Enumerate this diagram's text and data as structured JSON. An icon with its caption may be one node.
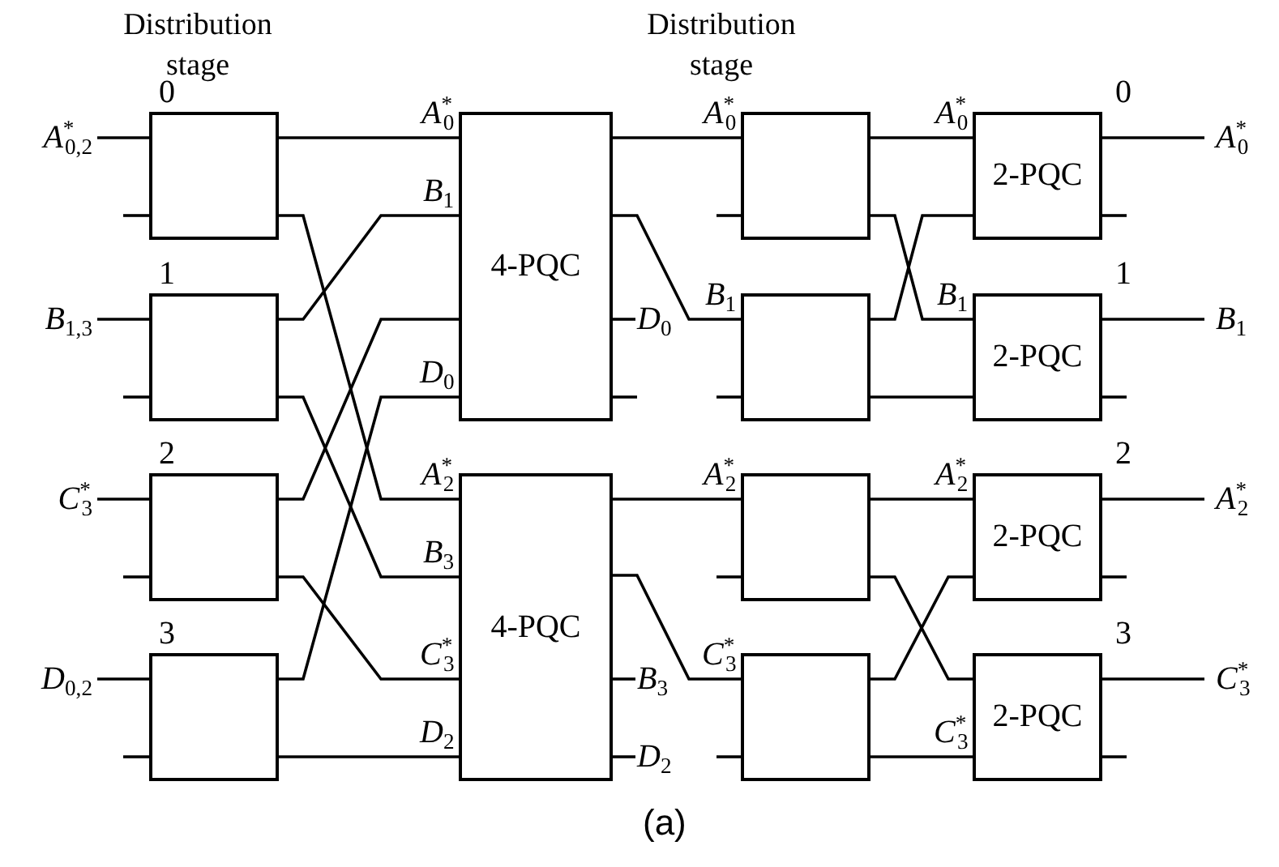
{
  "diagram": {
    "caption": "(a)",
    "nodes": [
      {
        "text": [
          "A$^{*}$$_{0,2}$"
        ]
      },
      {
        "text": [],
        "shape": "box"
      },
      {
        "text": [
          "B$_{1,3}$"
        ]
      },
      {
        "text": [],
        "shape": "box"
      },
      {
        "text": [
          "C$^{*}$$_{3}$"
        ]
      },
      {
        "text": [],
        "shape": "box"
      },
      {
        "text": [
          "D$_{0,2}$"
        ]
      },
      {
        "text": [],
        "shape": "box"
      },
      {
        "text": [
          "4-PQC"
        ]
      },
      {
        "text": [
          "4-PQC"
        ]
      },
      {
        "text": [],
        "shape": "box"
      },
      {
        "text": [],
        "shape": "box"
      },
      {
        "text": [],
        "shape": "box"
      },
      {
        "text": [],
        "shape": "box"
      },
      {
        "text": [
          "2-PQC"
        ]
      },
      {
        "text": [
          "2-PQC"
        ]
      },
      {
        "text": [
          "2-PQC"
        ]
      },
      {
        "text": [
          "2-PQC"
        ]
      },
      {
        "text": [
          "A$^{*}$$_{0}$"
        ]
      },
      {
        "text": [
          "B$_{1}$"
        ]
      },
      {
        "text": [
          "A$^{*}$$_{2}$"
        ]
      },
      {
        "text": [
          "C$^{*}$$_{3}$"
        ]
      }
    ],
    "edges": [
      {
        "from": 0,
        "to": 1,
        "arrow": "none"
      },
      {
        "from": null,
        "to": 1,
        "arrow": "none"
      },
      {
        "from": 2,
        "to": 3,
        "arrow": "none"
      },
      {
        "from": null,
        "to": 3,
        "arrow": "none"
      },
      {
        "from": 4,
        "to": 5,
        "arrow": "none"
      },
      {
        "from": null,
        "to": 5,
        "arrow": "none"
      },
      {
        "from": 6,
        "to": 7,
        "arrow": "none"
      },
      {
        "from": null,
        "to": 7,
        "arrow": "none"
      },
      {
        "from": 1,
        "to": 8,
        "arrow": "none",
        "label": "A$^{*}$$_{0}$"
      },
      {
        "from": 1,
        "to": 9,
        "arrow": "none",
        "label": "A$^{*}$$_{2}$"
      },
      {
        "from": 3,
        "to": 8,
        "arrow": "none",
        "label": "B$_{1}$"
      },
      {
        "from": 3,
        "to": 9,
        "arrow": "none",
        "label": "B$_{3}$"
      },
      {
        "from": 5,
        "to": 8,
        "arrow": "none"
      },
      {
        "from": 5,
        "to": 9,
        "arrow": "none",
        "label": "C$^{*}$$_{3}$"
      },
      {
        "from": 7,
        "to": 8,
        "arrow": "none",
        "label": "D$_{0}$"
      },
      {
        "from": 7,
        "to": 9,
        "arrow": "none",
        "label": "D$_{2}$"
      },
      {
        "from": 8,
        "to": 10,
        "arrow": "none",
        "label": "A$^{*}$$_{0}$"
      },
      {
        "from": 8,
        "to": 11,
        "arrow": "none",
        "label": "B$_{1}$"
      },
      {
        "from": 8,
        "to": null,
        "arrow": "none",
        "label": "D$_{0}$"
      },
      {
        "from": 8,
        "to": null,
        "arrow": "none"
      },
      {
        "from": 9,
        "to": 12,
        "arrow": "none",
        "label": "A$^{*}$$_{2}$"
      },
      {
        "from": 9,
        "to": 13,
        "arrow": "none",
        "label": "C$^{*}$$_{3}$"
      },
      {
        "from": 9,
        "to": null,
        "arrow": "none",
        "label": "B$_{3}$"
      },
      {
        "from": 9,
        "to": null,
        "arrow": "none",
        "label": "D$_{2}$"
      },
      {
        "from": null,
        "to": 10,
        "arrow": "none"
      },
      {
        "from": null,
        "to": 11,
        "arrow": "none"
      },
      {
        "from": null,
        "to": 12,
        "arrow": "none"
      },
      {
        "from": null,
        "to": 13,
        "arrow": "none"
      },
      {
        "from": 10,
        "to": 14,
        "arrow": "none",
        "label": "A$^{*}$$_{0}$"
      },
      {
        "from": 10,
        "to": 15,
        "arrow": "none",
        "label": "B$_{1}$"
      },
      {
        "from": 11,
        "to": 14,
        "arrow": "none"
      },
      {
        "from": 11,
        "to": 15,
        "arrow": "none"
      },
      {
        "from": 12,
        "to": 16,
        "arrow": "none",
        "label": "A$^{*}$$_{2}$"
      },
      {
        "from": 12,
        "to": 17,
        "arrow": "none"
      },
      {
        "from": 13,
        "to": 16,
        "arrow": "none"
      },
      {
        "from": 13,
        "to": 17,
        "arrow": "none",
        "label": "C$^{*}$$_{3}$"
      },
      {
        "from": 14,
        "to": 18,
        "arrow": "none"
      },
      {
        "from": 14,
        "to": null,
        "arrow": "none"
      },
      {
        "from": 15,
        "to": 19,
        "arrow": "none"
      },
      {
        "from": 15,
        "to": null,
        "arrow": "none"
      },
      {
        "from": 16,
        "to": 20,
        "arrow": "none"
      },
      {
        "from": 16,
        "to": null,
        "arrow": "none"
      },
      {
        "from": 17,
        "to": 21,
        "arrow": "none"
      },
      {
        "from": 17,
        "to": null,
        "arrow": "none"
      }
    ],
    "labels": [
      "Distribution stage",
      "Distribution stage",
      "0",
      "0",
      "1",
      "1",
      "2",
      "2",
      "3",
      "3"
    ]
  }
}
